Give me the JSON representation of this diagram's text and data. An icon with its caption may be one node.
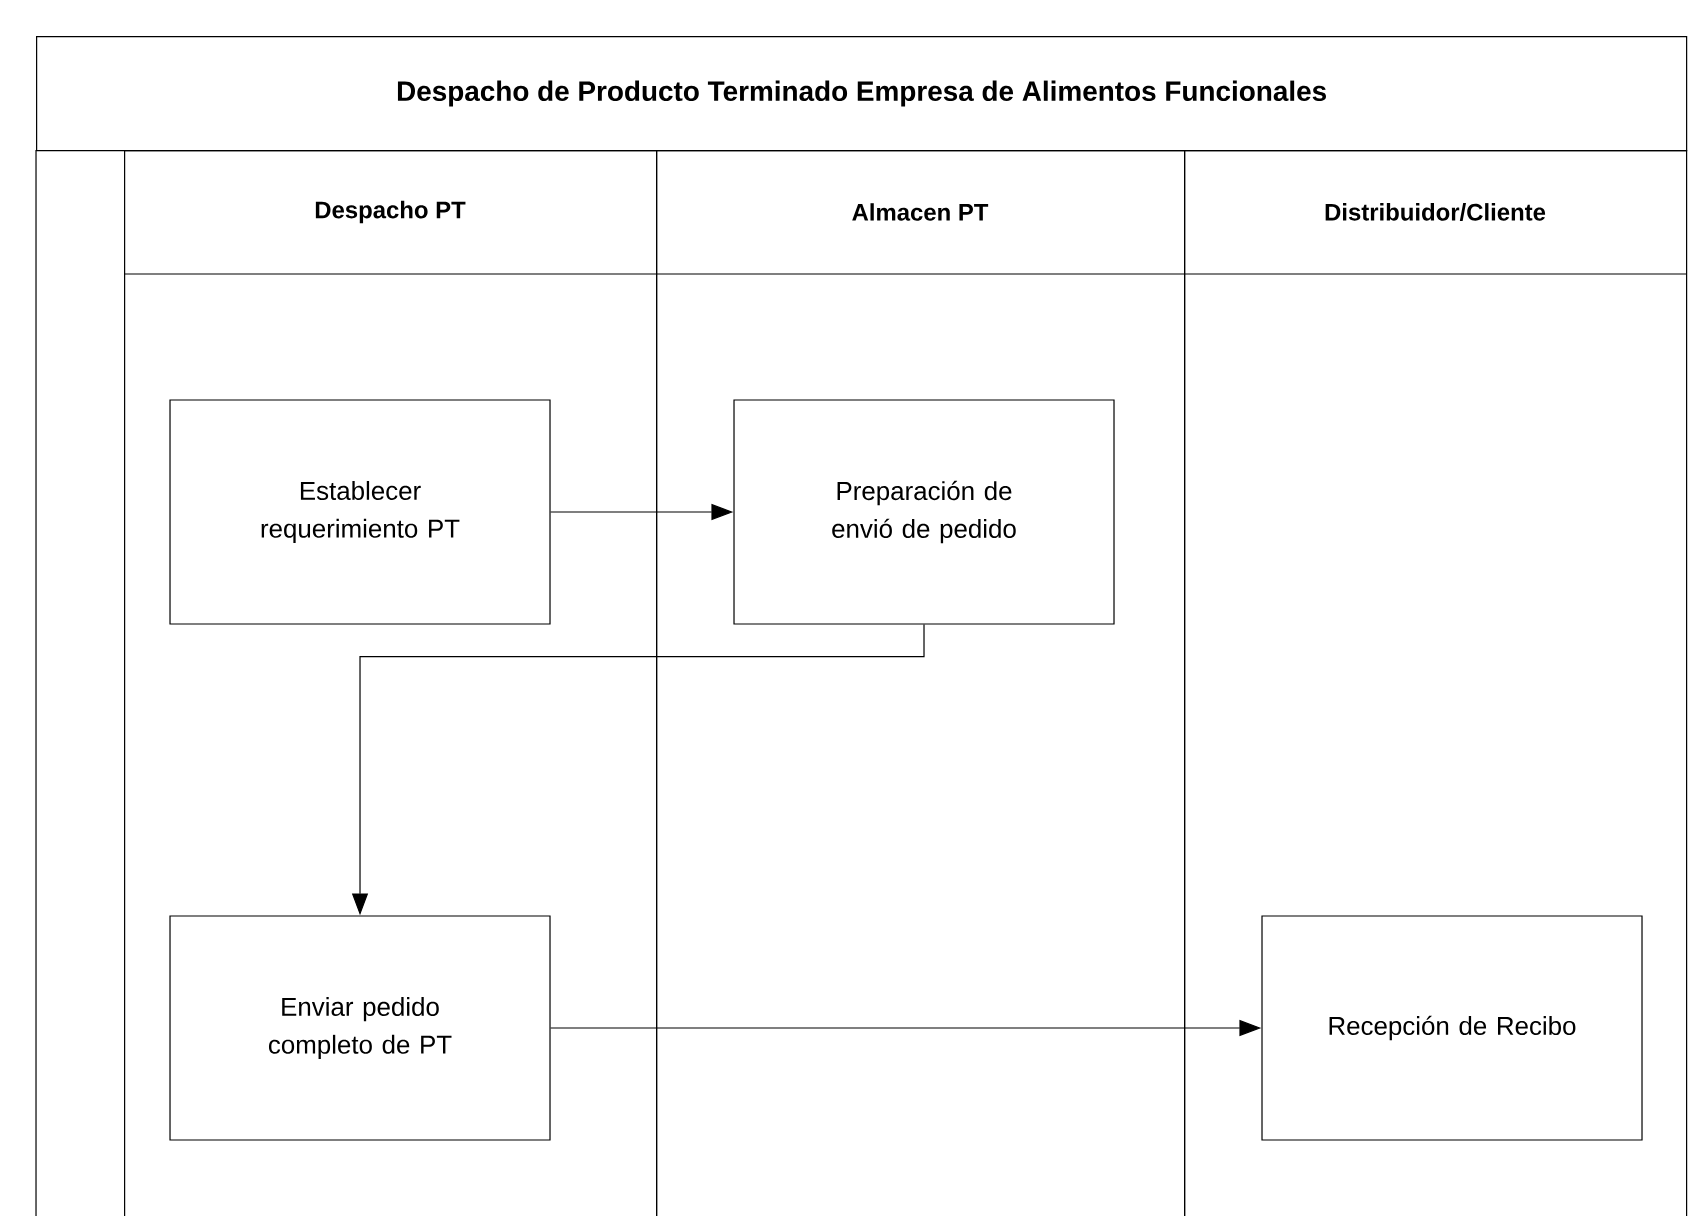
{
  "diagram": {
    "title": "Despacho de Producto Terminado Empresa de Alimentos Funcionales",
    "nodes": [
      {
        "text": [
          "Despacho PT"
        ]
      },
      {
        "text": [
          "Almacen PT"
        ]
      },
      {
        "text": [
          "Distribuidor/Cliente"
        ]
      },
      {
        "text": [
          "Establecer requerimiento PT"
        ],
        "in": 0
      },
      {
        "text": [
          "Preparación de envió de pedido"
        ],
        "in": 1
      },
      {
        "text": [
          "Enviar pedido completo de PT"
        ],
        "in": 0
      },
      {
        "text": [
          "Recepción de Recibo"
        ],
        "in": 2
      }
    ],
    "edges": [
      {
        "from": 3,
        "to": 4,
        "arrow": "to"
      },
      {
        "from": 4,
        "to": 5,
        "arrow": "to"
      },
      {
        "from": 5,
        "to": 6,
        "arrow": "to"
      }
    ]
  }
}
